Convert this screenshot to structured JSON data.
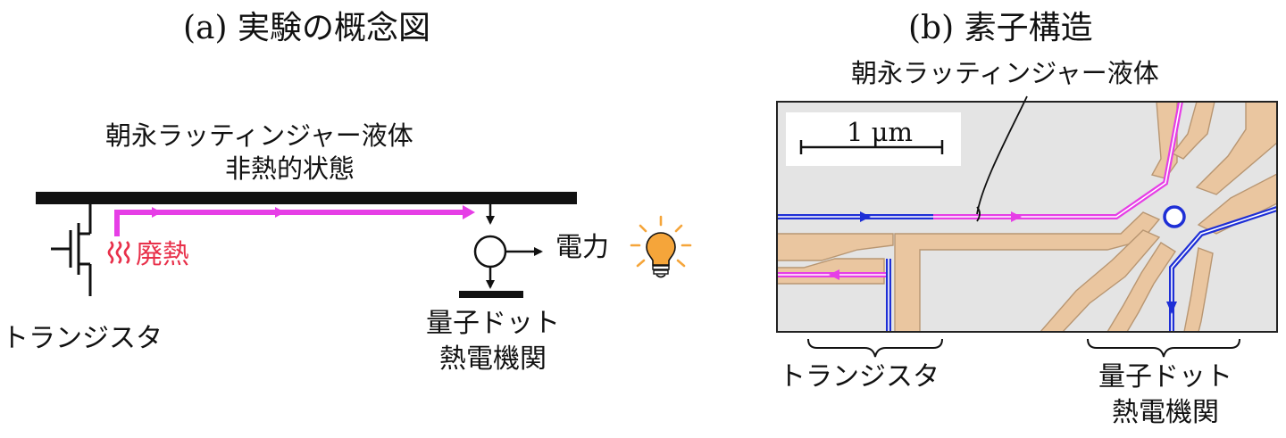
{
  "panel_a": {
    "title": "(a) 実験の概念図",
    "liquid_label": "朝永ラッティンジャー液体",
    "state_label": "非熱的状態",
    "waste_heat_label": "廃熱",
    "power_label": "電力",
    "transistor_label": "トランジスタ",
    "engine_label_1": "量子ドット",
    "engine_label_2": "熱電機関"
  },
  "panel_b": {
    "title": "(b) 素子構造",
    "liquid_label": "朝永ラッティンジャー液体",
    "scale_label": "1 μm",
    "transistor_label": "トランジスタ",
    "engine_label_1": "量子ドット",
    "engine_label_2": "熱電機関"
  },
  "colors": {
    "magenta": "#e63ee6",
    "blue": "#1e2fd6",
    "gate_tan": "#eac6a0",
    "substrate_gray": "#e4e4e4",
    "bulb_orange": "#f5a53a",
    "heat_red": "#e8304a"
  }
}
